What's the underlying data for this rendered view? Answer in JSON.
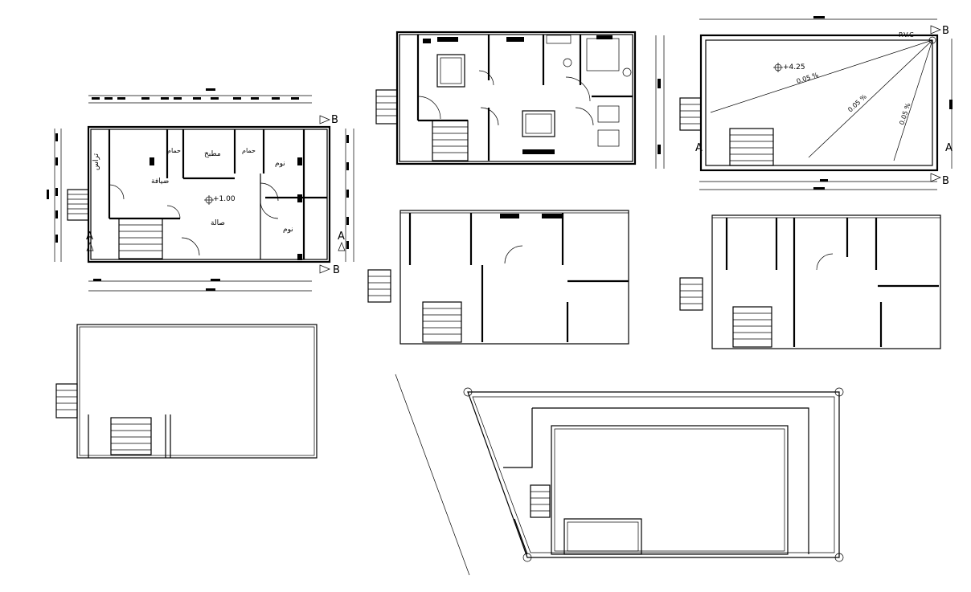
{
  "drawing": {
    "section_marks": {
      "a": "A",
      "b": "B"
    },
    "ground_floor": {
      "level": "+1.00",
      "rooms": {
        "salon": "صالة",
        "kitchen": "مطبخ",
        "bath_1": "حمام",
        "bath_2": "حمام",
        "bedroom_1": "نوم",
        "bedroom_2": "نوم",
        "reception": "ضيافة",
        "terrace": "تراس"
      }
    },
    "roof_plan": {
      "level": "+4.25",
      "pipe_label": "P.V.C",
      "slope_1": "0.05 %",
      "slope_2": "0.05 %",
      "slope_3": "0.05 %"
    }
  }
}
